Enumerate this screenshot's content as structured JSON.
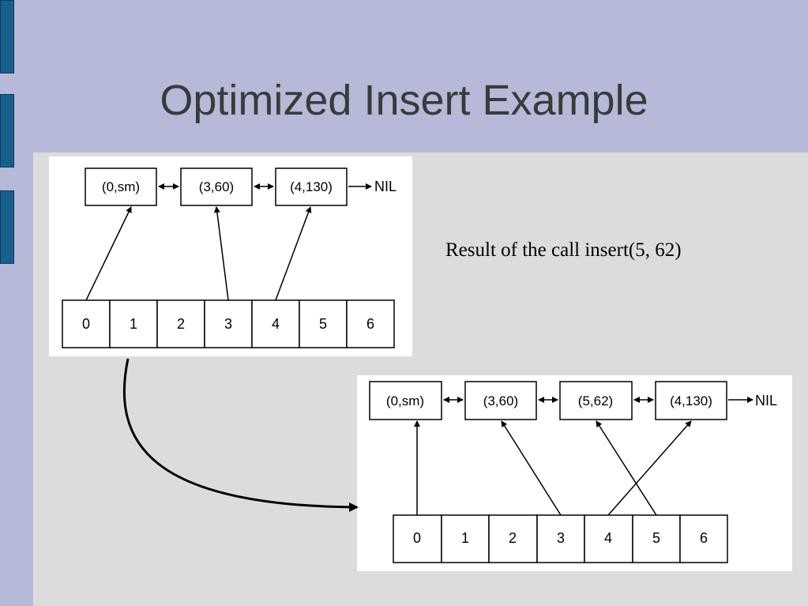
{
  "slide": {
    "title": "Optimized Insert Example",
    "caption": "Result of the call insert(5, 62)"
  },
  "diagram_before": {
    "nodes": [
      "(0,sm)",
      "(3,60)",
      "(4,130)"
    ],
    "terminator": "NIL",
    "array": [
      "0",
      "1",
      "2",
      "3",
      "4",
      "5",
      "6"
    ]
  },
  "diagram_after": {
    "nodes": [
      "(0,sm)",
      "(3,60)",
      "(5,62)",
      "(4,130)"
    ],
    "terminator": "NIL",
    "array": [
      "0",
      "1",
      "2",
      "3",
      "4",
      "5",
      "6"
    ]
  },
  "colors": {
    "background": "#b6bad8",
    "content": "#dcdcdc",
    "side_tab": "#195f8e",
    "title": "#3a3a3a"
  }
}
